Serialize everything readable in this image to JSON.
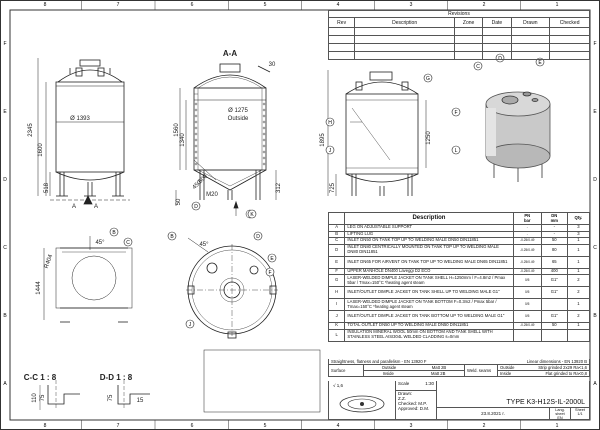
{
  "border": {
    "cols": [
      "8",
      "7",
      "6",
      "5",
      "4",
      "3",
      "2",
      "1"
    ],
    "rows": [
      "F",
      "E",
      "D",
      "C",
      "B",
      "A"
    ]
  },
  "revisions": {
    "title": "Revisions",
    "headers": [
      "Rev",
      "Description",
      "Zone",
      "Date",
      "Drawn",
      "Checked"
    ]
  },
  "views": {
    "front": {
      "dim_diameter": "Ø 1393",
      "dim_height": "2345",
      "dim_body": "1600",
      "dim_leg": "518",
      "section": "A"
    },
    "section_aa": {
      "title": "A-A",
      "dim_top": "30",
      "dim_diameter": "Ø 1275",
      "dim_note": "Outside",
      "dim_h1": "1560",
      "dim_h2": "1340",
      "dim_a": "600",
      "dim_b": "450",
      "dim_c": "312",
      "dim_m": "M20",
      "dim_d": "50",
      "callouts": [
        "D",
        "K"
      ]
    },
    "side": {
      "dim_height": "1895",
      "dim_body": "1250",
      "dim_leg": "725",
      "callouts": [
        "G",
        "H",
        "J"
      ]
    },
    "iso": {
      "callouts": [
        "C",
        "D",
        "E",
        "F",
        "L"
      ]
    },
    "top": {
      "dim_r": "R404",
      "dim_h": "1444",
      "angle": "45°",
      "callouts": [
        "B",
        "D",
        "E",
        "F",
        "J",
        "B",
        "C"
      ]
    },
    "detail_c": {
      "title": "C-C 1 : 8",
      "dims": [
        "110",
        "75"
      ]
    },
    "detail_d": {
      "title": "D-D 1 : 8",
      "dims": [
        "75",
        "15"
      ]
    }
  },
  "parts": {
    "headers": [
      "Description",
      "PN\nbar",
      "DN\nmm",
      "Qty."
    ],
    "rows": [
      {
        "id": "A",
        "desc": "LEG ON ADJUSTABLE SUPPORT",
        "pn": "-",
        "dn": "-",
        "qty": "3"
      },
      {
        "id": "B",
        "desc": "LIFTING LUG",
        "pn": "-",
        "dn": "-",
        "qty": "3"
      },
      {
        "id": "C",
        "desc": "INLET DN50 ON TANK TOP UP TO WELDING MALE DN50 DIN11851",
        "pn": "-0.25/0.49",
        "dn": "50",
        "qty": "1"
      },
      {
        "id": "D",
        "desc": "INLET DN80 CENTRICALLY MOUNTED ON TANK TOP UP TO WELDING MALE DN80 DIN11851",
        "pn": "-0.25/0.49",
        "dn": "80",
        "qty": "1"
      },
      {
        "id": "E",
        "desc": "INLET DN65 FOR AIRVENT ON TANK TOP UP TO WELDING MALE DN65 DIN11851",
        "pn": "-0.25/0.49",
        "dn": "65",
        "qty": "1"
      },
      {
        "id": "F",
        "desc": "UPPER MANHOLE DN400 Laveggi D2 ECO",
        "pn": "-0.25/0.49",
        "dn": "400",
        "qty": "1"
      },
      {
        "id": "G",
        "desc": "LASER-WELDED DIMPLE JACKET ON TANK SHELL H=1250mm / F=4.8m2 / Pmax 5bar / Tmax=150°C *heating agent steam",
        "pn": "0/5",
        "dn": "G1\"",
        "qty": "2"
      },
      {
        "id": "H",
        "desc": "INLET/OUTLET DIMPLE JACKET ON TANK SHELL UP TO WELDING MALE G1\"",
        "pn": "0/5",
        "dn": "G1\"",
        "qty": "2"
      },
      {
        "id": "I",
        "desc": "LASER-WELDED DIMPLE JACKET ON TANK BOTTOM F=0.3m2 / Pmax 5bar / Tmax=150°C *heating agent steam",
        "pn": "0/5",
        "dn": "",
        "qty": "1"
      },
      {
        "id": "J",
        "desc": "INLET/OUTLET DIMPLE JACKET ON TANK BOTTOM UP TO WELDING MALE G1\"",
        "pn": "0/5",
        "dn": "G1\"",
        "qty": "2"
      },
      {
        "id": "K",
        "desc": "TOTAL OUTLET DN50 UP TO WELDING MALE DN50 DIN11851",
        "pn": "-0.25/0.49",
        "dn": "50",
        "qty": "1"
      },
      {
        "id": "L",
        "desc": "INSULATION MINERAL WOOL 50mm ON BOTTOM AND TANK SHELL WITH STAINLESS STEEL AISI304L WELDED CLADDING s=0mm",
        "pn": "",
        "dn": "",
        "qty": ""
      }
    ]
  },
  "notes": {
    "straightness": "Straightness, flatness and parallelism - EN 13920 F",
    "linear": "Linear dimensions - EN 13920 B",
    "surface": "Surface",
    "outside": "Outside",
    "inside": "Inside",
    "matt_out": "Matt 2B",
    "matt_in": "Matt 2B",
    "weld": "Weld. seams",
    "weld_out": "Strip grinded 2x29 Ra<1,6",
    "weld_in": "Flat grinded to Ra<0,8"
  },
  "title_block": {
    "ra": "1,6",
    "scale_label": "Scale",
    "scale": "1:30",
    "drawn_label": "Drawn:",
    "drawn": "Z.Z.",
    "checked_label": "Checked:",
    "checked": "M.P.",
    "approved_label": "Approved:",
    "approved": "D.M.",
    "title": "TYPE K3-H12S-IL-2000L",
    "date": "23.8.2021 r.",
    "lang_label": "Lang.\nsheet",
    "lang": "EN",
    "sheet_label": "Sheet\n1/1"
  }
}
